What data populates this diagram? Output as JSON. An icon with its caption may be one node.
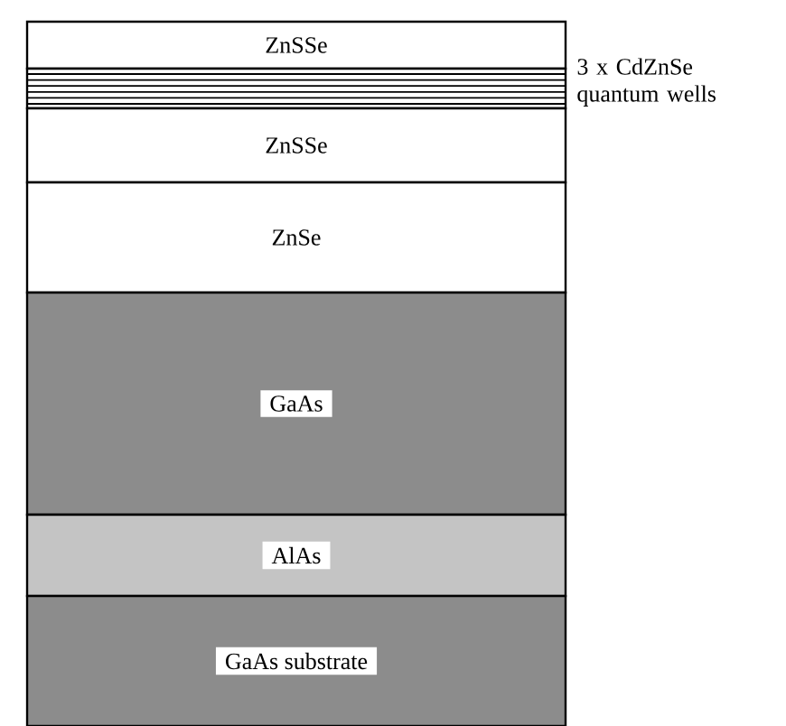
{
  "diagram": {
    "nodes": [
      {
        "text": [
          "ZnSSe"
        ]
      },
      {
        "text": [],
        "shape": "bar",
        "beside": [
          "3 x CdZnSe quantum wells"
        ]
      },
      {
        "text": [
          "ZnSSe"
        ]
      },
      {
        "text": [
          "ZnSe"
        ]
      },
      {
        "text": [
          "GaAs"
        ]
      },
      {
        "text": [
          "AlAs"
        ]
      },
      {
        "text": [
          "GaAs substrate"
        ]
      }
    ]
  }
}
